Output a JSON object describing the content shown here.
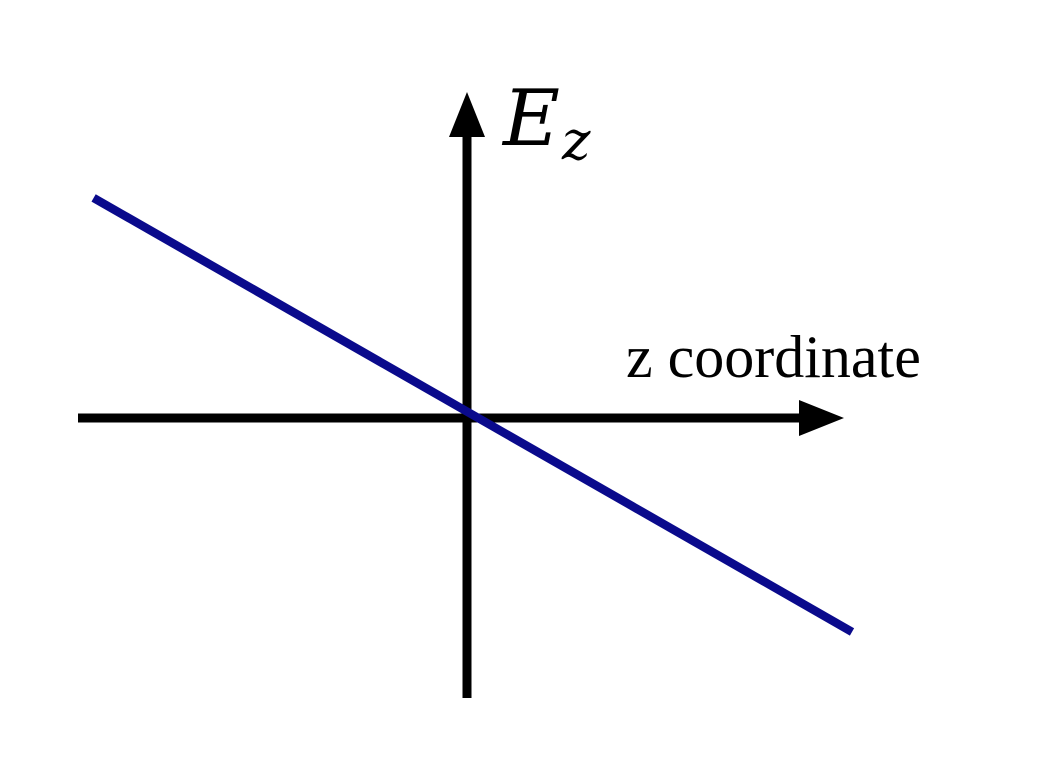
{
  "chart_data": {
    "type": "line",
    "title": "",
    "xlabel": "z coordinate",
    "ylabel": {
      "main": "E",
      "subscript": "z"
    },
    "xlim": [
      -1,
      1
    ],
    "ylim": [
      -1,
      1
    ],
    "grid": false,
    "axes_style": "centered-arrows",
    "series": [
      {
        "color": "#0a0a8c",
        "x": [
          -0.97,
          1.0
        ],
        "y": [
          0.71,
          -0.69
        ]
      }
    ]
  }
}
